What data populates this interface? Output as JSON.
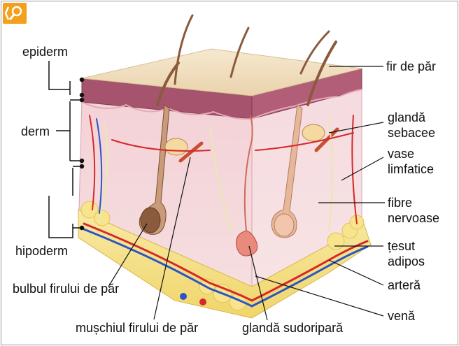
{
  "labels": {
    "epiderm": "epiderm",
    "derm": "derm",
    "hipoderm": "hipoderm",
    "bulbul": "bulbul firului de păr",
    "muschiul": "mușchiul firului de păr",
    "sudoripara": "glandă sudoripară",
    "fir": "fir de păr",
    "sebacee_1": "glandă",
    "sebacee_2": "sebacee",
    "vase_1": "vase",
    "vase_2": "limfatice",
    "fibre_1": "fibre",
    "fibre_2": "nervoase",
    "tesut_1": "țesut",
    "tesut_2": "adipos",
    "artera": "arteră",
    "vena": "venă"
  },
  "badge": {
    "icon": "search-icon",
    "color": "#f2a01e"
  },
  "colors": {
    "epidermis": "#a6546e",
    "dermis": "#f0c9cf",
    "hypodermis": "#f6e59a",
    "artery": "#d62828",
    "vein": "#2a55c4",
    "hair": "#8a5a3a"
  }
}
